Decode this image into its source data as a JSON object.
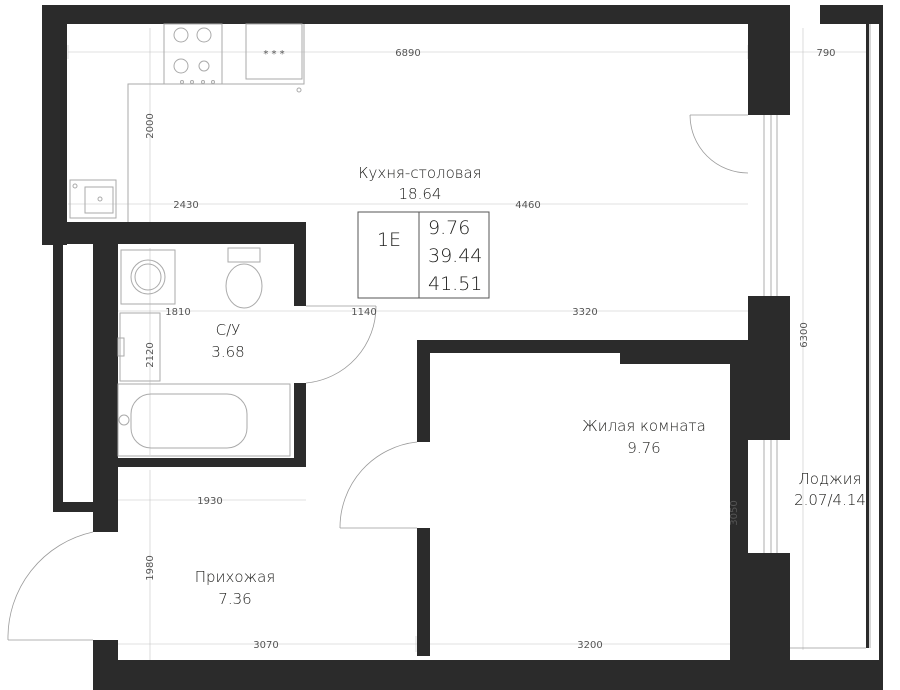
{
  "colors": {
    "wall": "#2b2b2b",
    "line": "#9a9a9a",
    "dimension": "#c4c4c4",
    "text": "#1d1d1b"
  },
  "info_box": {
    "apartment_code": "1E",
    "living_area": "9.76",
    "total_area": "39.44",
    "full_area": "41.51"
  },
  "rooms": {
    "kitchen": {
      "name": "Кухня-столовая",
      "area": "18.64"
    },
    "bathroom": {
      "name": "С/У",
      "area": "3.68"
    },
    "living": {
      "name": "Жилая комната",
      "area": "9.76"
    },
    "hallway": {
      "name": "Прихожая",
      "area": "7.36"
    },
    "loggia": {
      "name": "Лоджия",
      "area": "2.07/4.14"
    }
  },
  "dimensions": {
    "top_width": "6890",
    "loggia_width": "790",
    "kitchen_depth": "2000",
    "kitchen_left": "2430",
    "kitchen_right": "4460",
    "bath_width": "1810",
    "corridor_width": "1140",
    "living_top": "3320",
    "bath_height": "2120",
    "right_height": "6300",
    "hall_width": "1930",
    "living_height": "3050",
    "hall_height": "1980",
    "bottom_left": "3070",
    "bottom_right": "3200"
  }
}
